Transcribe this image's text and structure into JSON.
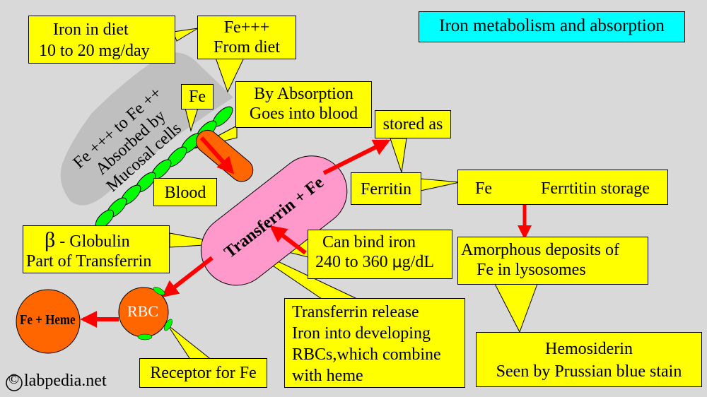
{
  "title": "Iron metabolism and absorption",
  "diet_box": {
    "line1": "Iron in diet",
    "line2": "10 to 20 mg/day"
  },
  "fe_diet_box": {
    "line1": "Fe+++",
    "line2": "From diet"
  },
  "fe_box": "Fe",
  "absorption_box": {
    "line1": "By Absorption",
    "line2": "Goes into blood"
  },
  "mucosal_label": {
    "line1": "Fe +++ to Fe ++",
    "line2": "Absorbed by",
    "line3": "Mucosal cells"
  },
  "blood_box": "Blood",
  "transferrin_label": "Transferrin + Fe",
  "stored_box": "stored as",
  "ferritin_box": "Ferritin",
  "fe_storage_box": {
    "fe": "Fe",
    "storage": "Ferrtitin storage"
  },
  "globulin_box": {
    "symbol": "β",
    "line1": " - Globulin",
    "line2": "Part of Transferrin"
  },
  "bind_box": {
    "line1": "Can bind iron",
    "line2_a": "240 to 360 ",
    "mu": "μ",
    "line2_b": "g/dL"
  },
  "amorphous_box": {
    "line1": "Amorphous deposits of",
    "line2": "Fe in lysosomes"
  },
  "rbc_label": "RBC",
  "fe_heme_label": "Fe + Heme",
  "release_box": {
    "line1": "Transferrin release",
    "line2": "Iron into developing",
    "line3": "RBCs,which combine",
    "line4": "with heme"
  },
  "receptor_box": "Receptor for Fe",
  "hemosiderin_box": {
    "line1": "Hemosiderin",
    "line2": "Seen by Prussian blue stain"
  },
  "copyright": {
    "symbol": "©",
    "text": "labpedia.net"
  },
  "colors": {
    "background": "#d9d9d9",
    "callout": "#ffff00",
    "title_bg": "#00ffff",
    "arrow": "#ff0000",
    "transferrin": "#ff99cc",
    "mucosa": "#00ff00",
    "vessel": "#ff6600",
    "rbc": "#ff6600",
    "cell_shadow": "#bfbfbf"
  }
}
